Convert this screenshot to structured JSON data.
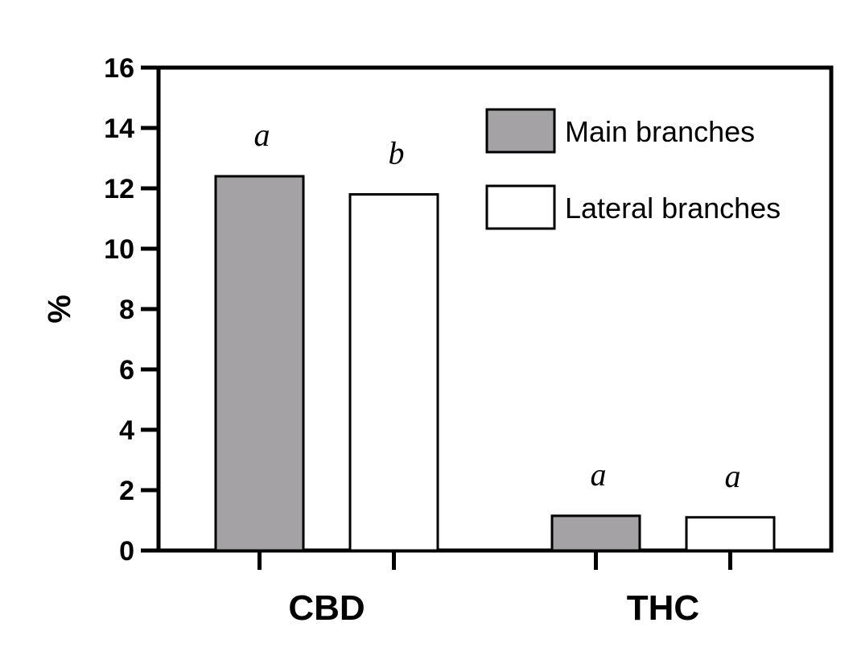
{
  "chart_data": {
    "type": "bar",
    "categories": [
      "CBD",
      "THC"
    ],
    "series": [
      {
        "name": "Main branches",
        "values": [
          12.4,
          1.15
        ],
        "color": "#a4a2a5",
        "labels": [
          "a",
          "a"
        ]
      },
      {
        "name": "Lateral branches",
        "values": [
          11.8,
          1.1
        ],
        "color": "#ffffff",
        "labels": [
          "b",
          "a"
        ]
      }
    ],
    "ylabel": "%",
    "xlabel": "",
    "ylim": [
      0,
      16
    ],
    "yticks": [
      "0",
      "2",
      "4",
      "6",
      "8",
      "10",
      "12",
      "14",
      "16"
    ],
    "legend_position": "top-right",
    "grid": false
  }
}
